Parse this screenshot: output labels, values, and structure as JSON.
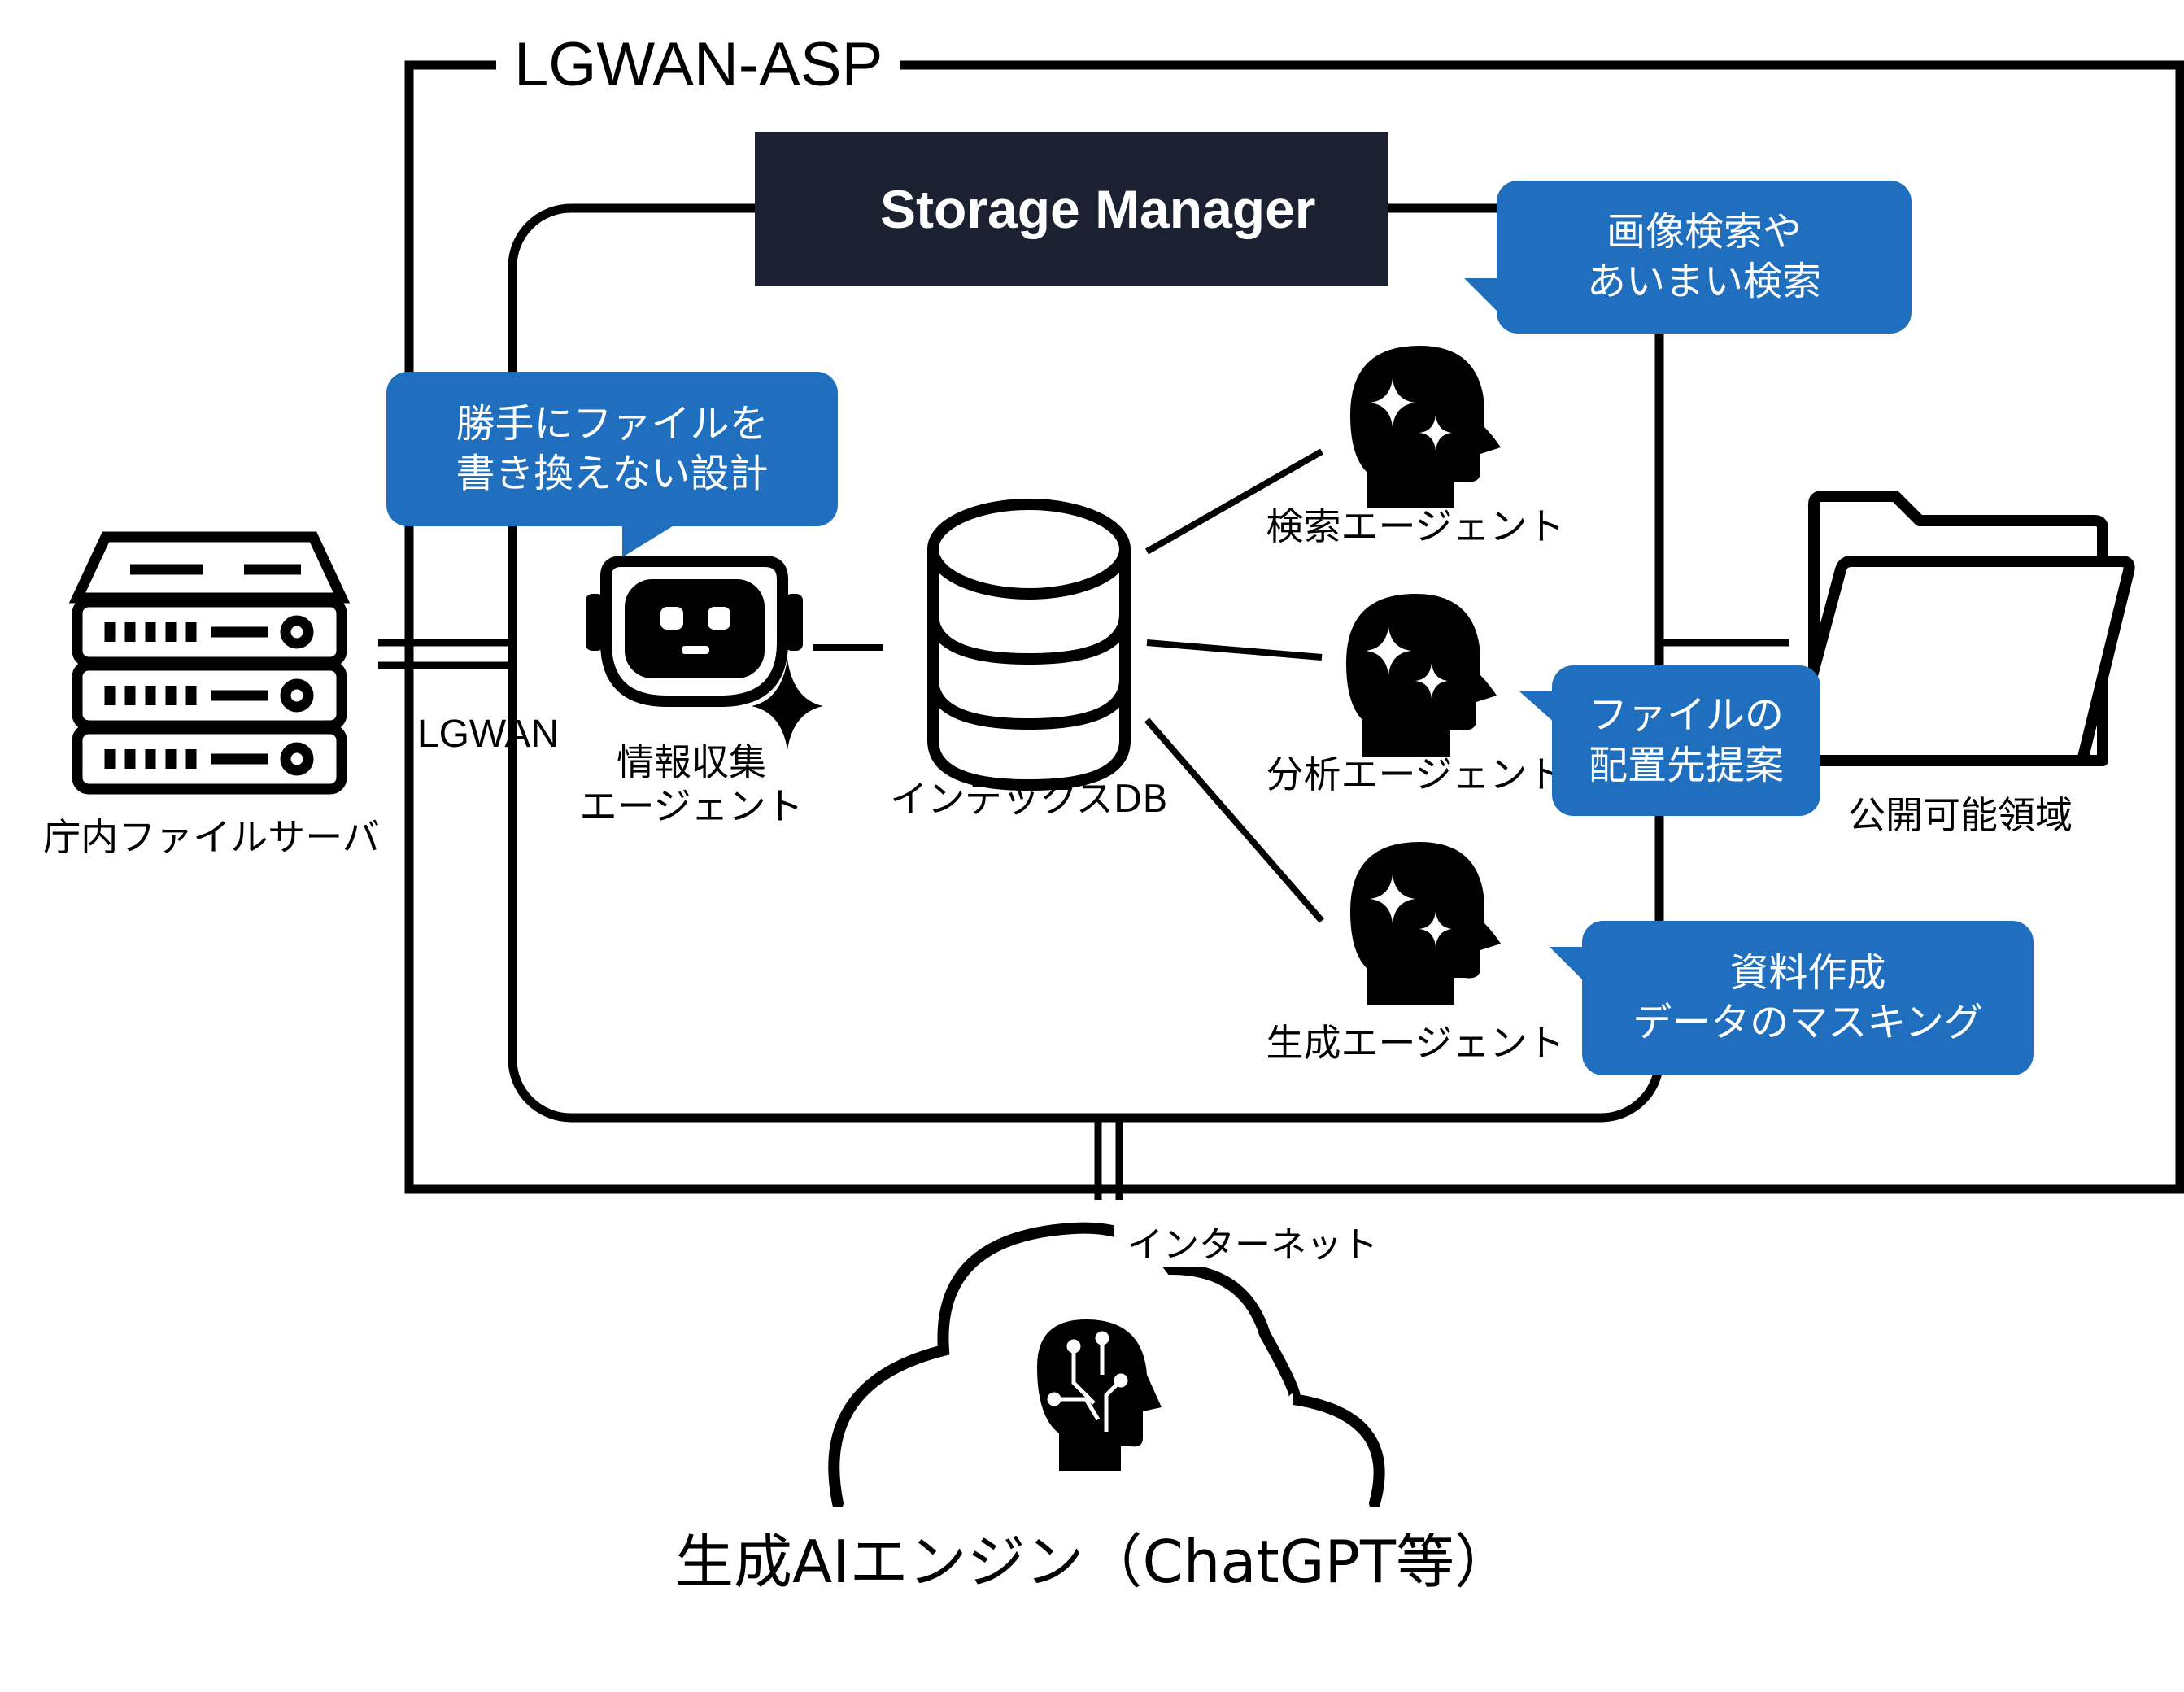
{
  "lgwan_asp_label": "LGWAN-ASP",
  "lgwan_label": "LGWAN",
  "internet_label": "インターネット",
  "storage_manager": {
    "brand": "Storage Manager",
    "logo_icon": "network-node-icon"
  },
  "file_server": {
    "label": "庁内ファイルサーバ",
    "icon": "server-rack-icon"
  },
  "collector_agent": {
    "lines": [
      "情報収集",
      "エージェント"
    ],
    "icon": "robot-icon"
  },
  "index_db": {
    "label": "インデックスDB",
    "icon": "database-icon"
  },
  "agents": [
    {
      "label": "検索エージェント",
      "icon": "ai-head-icon"
    },
    {
      "label": "分析エージェント",
      "icon": "ai-head-icon"
    },
    {
      "label": "生成エージェント",
      "icon": "ai-head-icon"
    }
  ],
  "public_area": {
    "label": "公開可能領域",
    "icon": "folder-icon"
  },
  "ai_engine": {
    "label": "生成AIエンジン（ChatGPT等）",
    "icon": "circuit-head-icon"
  },
  "callouts": {
    "no_overwrite": [
      "勝手にファイルを",
      "書き換えない設計"
    ],
    "search": [
      "画像検索や",
      "あいまい検索"
    ],
    "analysis": [
      "ファイルの",
      "配置先提案"
    ],
    "generation": [
      "資料作成",
      "データのマスキング"
    ]
  },
  "colors": {
    "callout": "#1f6fbe",
    "banner": "#1b2130",
    "accent": "#2fe07c",
    "line": "#000000"
  }
}
